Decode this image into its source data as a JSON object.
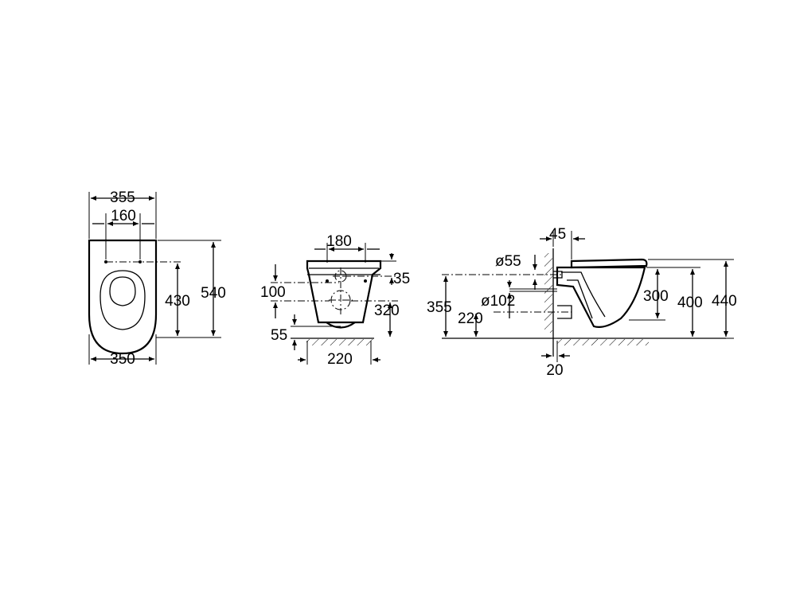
{
  "front_view": {
    "top_width": "355",
    "fixing_spacing": "160",
    "bottom_width": "350",
    "fixing_height": "430",
    "total_depth": "540"
  },
  "back_view": {
    "connection_spacing": "180",
    "upper_offset": "35",
    "vertical_spacing": "100",
    "outlet_height": "320",
    "floor_clearance": "55",
    "floor_width": "220"
  },
  "side_view": {
    "wall_offset_top": "45",
    "inlet_diameter": "ø55",
    "outlet_diameter": "ø102",
    "inlet_height": "355",
    "outlet_height": "220",
    "rim_lower": "300",
    "rim_height": "400",
    "total_height": "440",
    "wall_offset_bottom": "20"
  }
}
